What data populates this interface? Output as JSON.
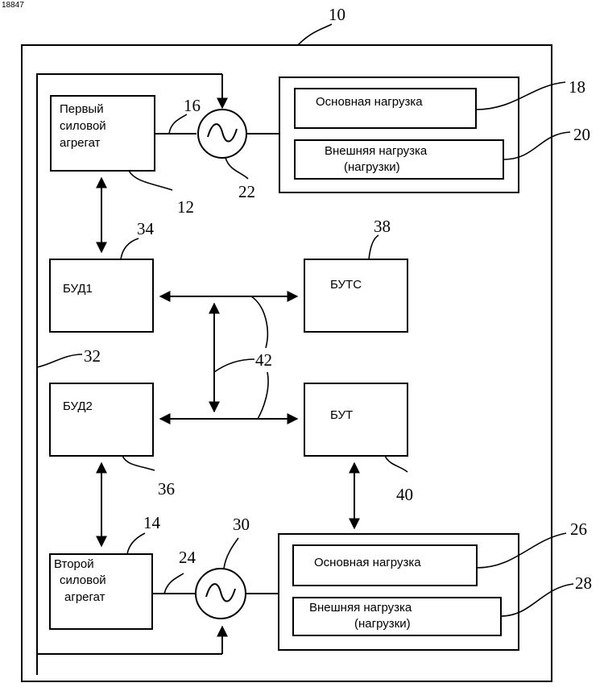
{
  "watermark": "18847",
  "refs": {
    "system": "10",
    "unit1": "12",
    "unit2": "14",
    "shaft1": "16",
    "load1_main": "18",
    "load1_ext": "20",
    "gen1": "22",
    "shaft2": "24",
    "load2_main": "26",
    "load2_ext": "28",
    "gen2": "30",
    "control": "32",
    "bud1": "34",
    "bud2": "36",
    "buts": "38",
    "but": "40",
    "bus": "42"
  },
  "blocks": {
    "unit1": [
      "Первый",
      "силовой",
      "агрегат"
    ],
    "unit2": [
      "Второй",
      "силовой",
      "агрегат"
    ],
    "bud1": "БУД1",
    "bud2": "БУД2",
    "buts": "БУТС",
    "but": "БУТ",
    "main_load_1": "Основная нагрузка",
    "ext_load_1": [
      "Внешняя нагрузка",
      "(нагрузки)"
    ],
    "main_load_2": "Основная нагрузка",
    "ext_load_2": [
      "Внешняя нагрузка",
      "(нагрузки)"
    ]
  }
}
